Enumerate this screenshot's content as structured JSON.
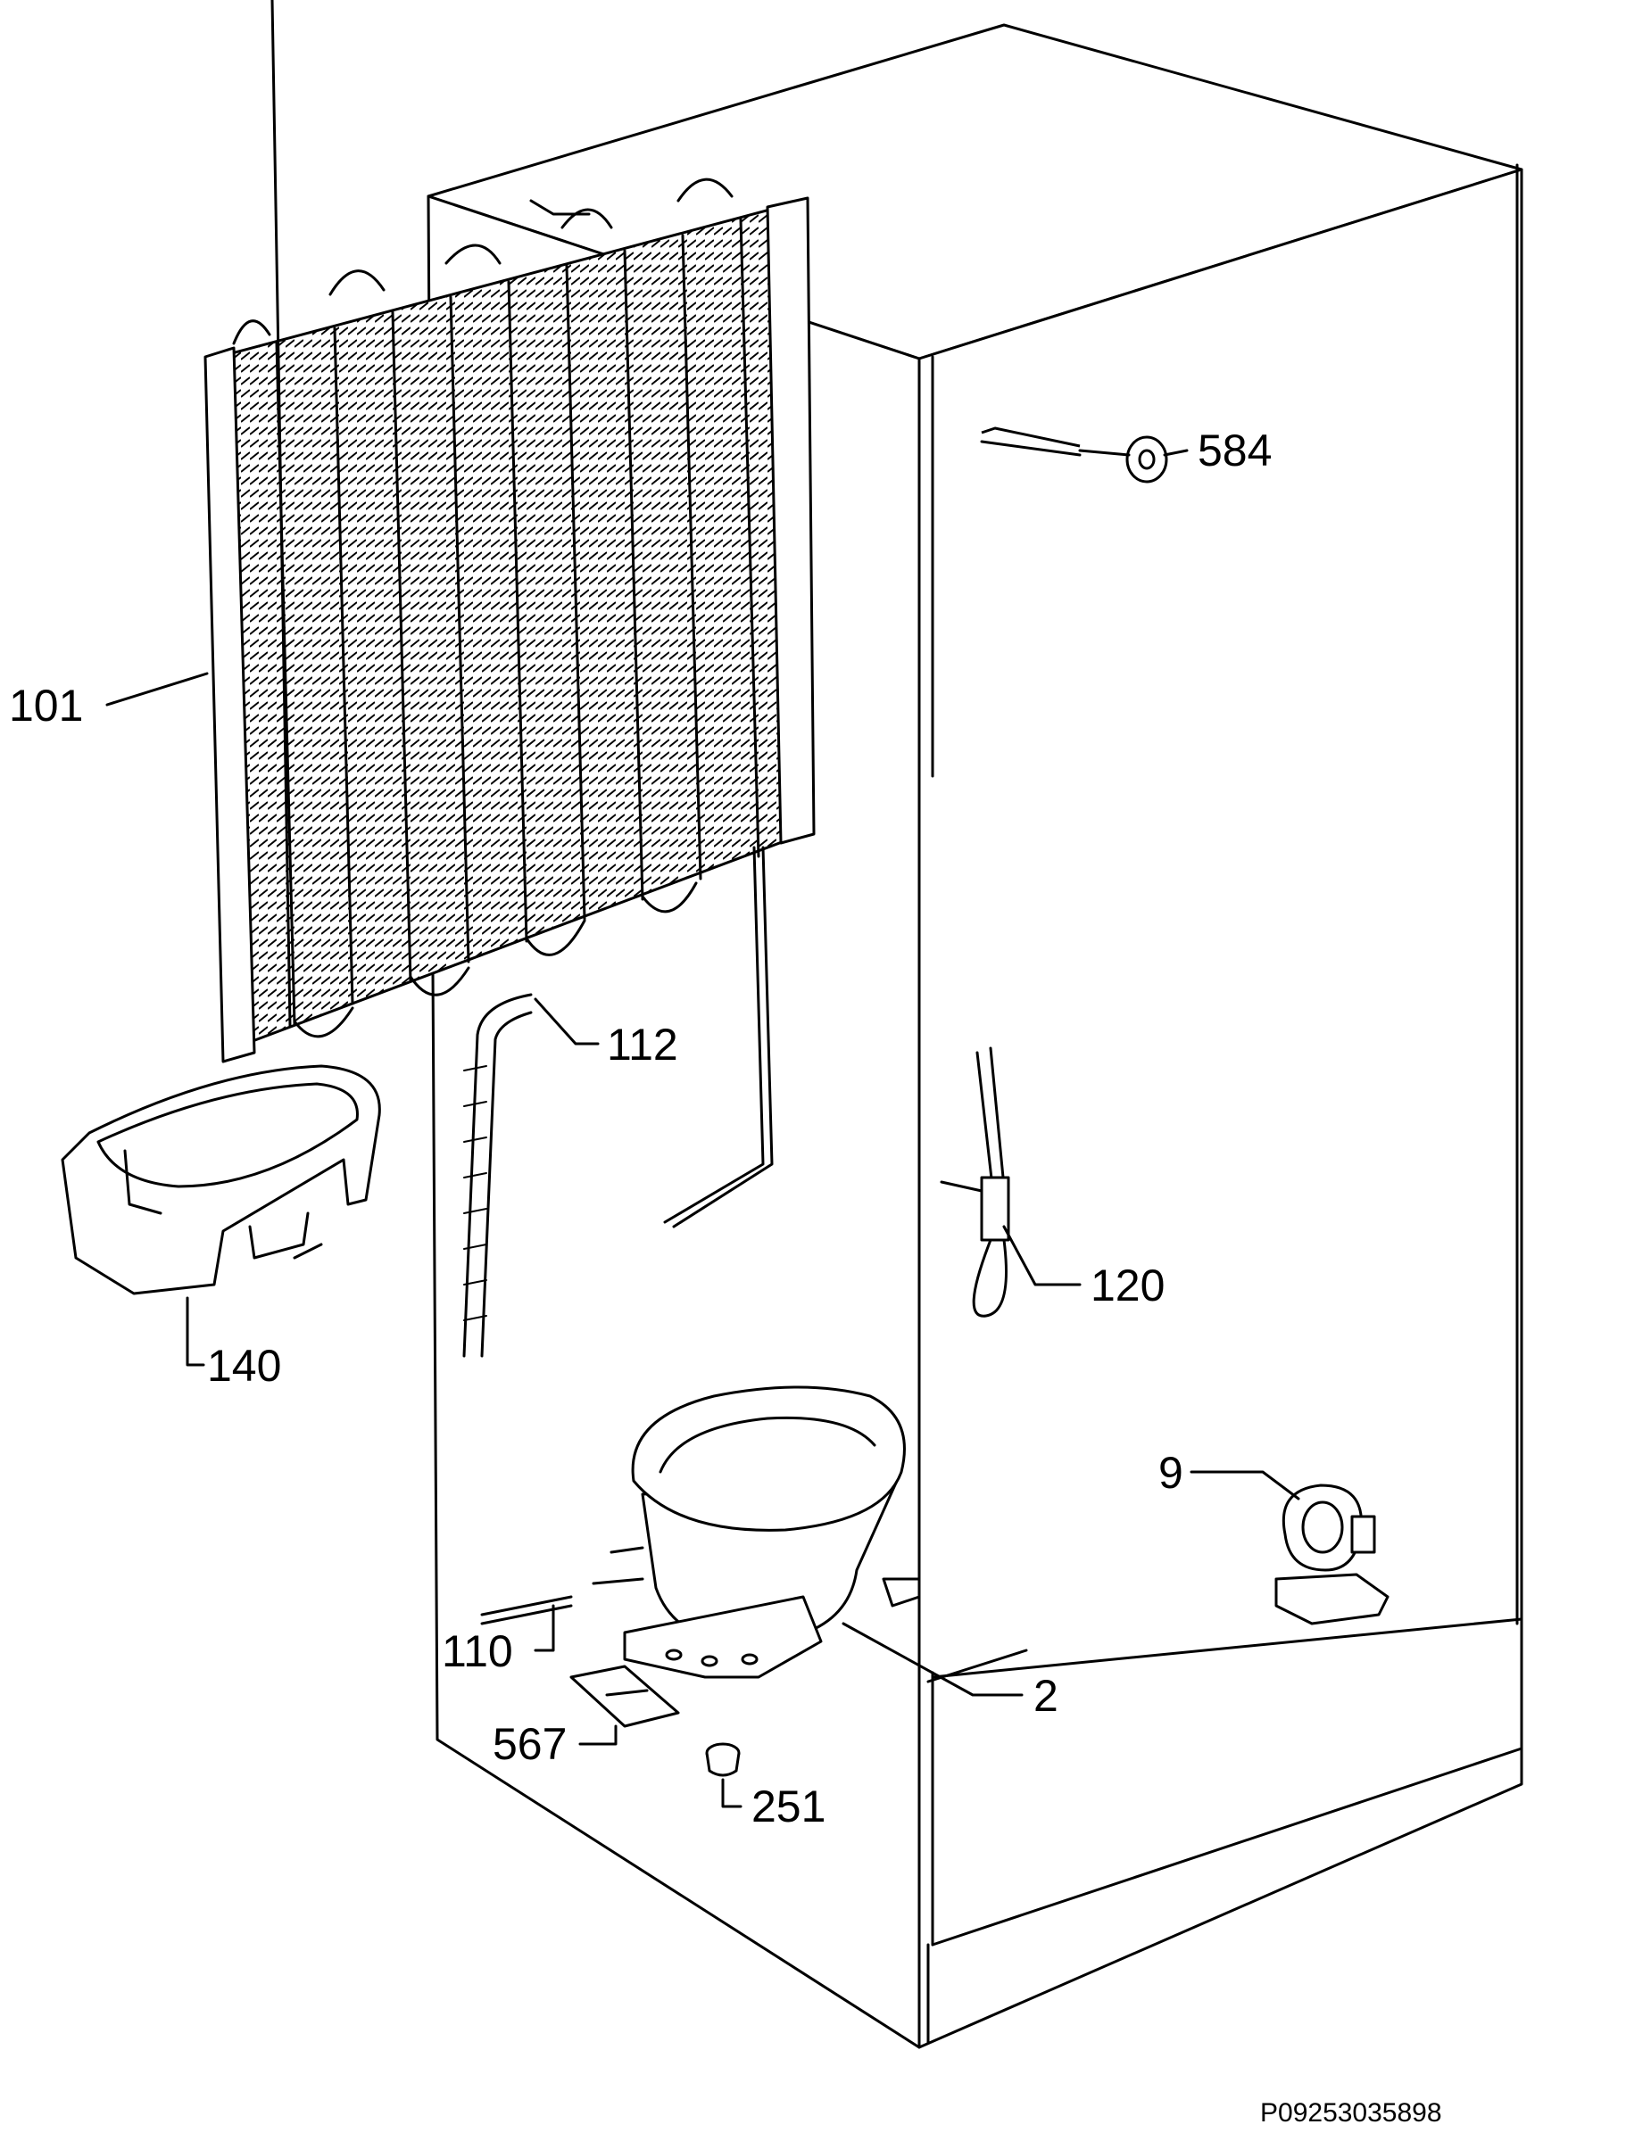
{
  "parts": [
    {
      "id": "584",
      "label": "584"
    },
    {
      "id": "101",
      "label": "101"
    },
    {
      "id": "112",
      "label": "112"
    },
    {
      "id": "120",
      "label": "120"
    },
    {
      "id": "140",
      "label": "140"
    },
    {
      "id": "9",
      "label": "9"
    },
    {
      "id": "110",
      "label": "110"
    },
    {
      "id": "2",
      "label": "2"
    },
    {
      "id": "567",
      "label": "567"
    },
    {
      "id": "251",
      "label": "251"
    }
  ],
  "reference_code": "P09253035898"
}
